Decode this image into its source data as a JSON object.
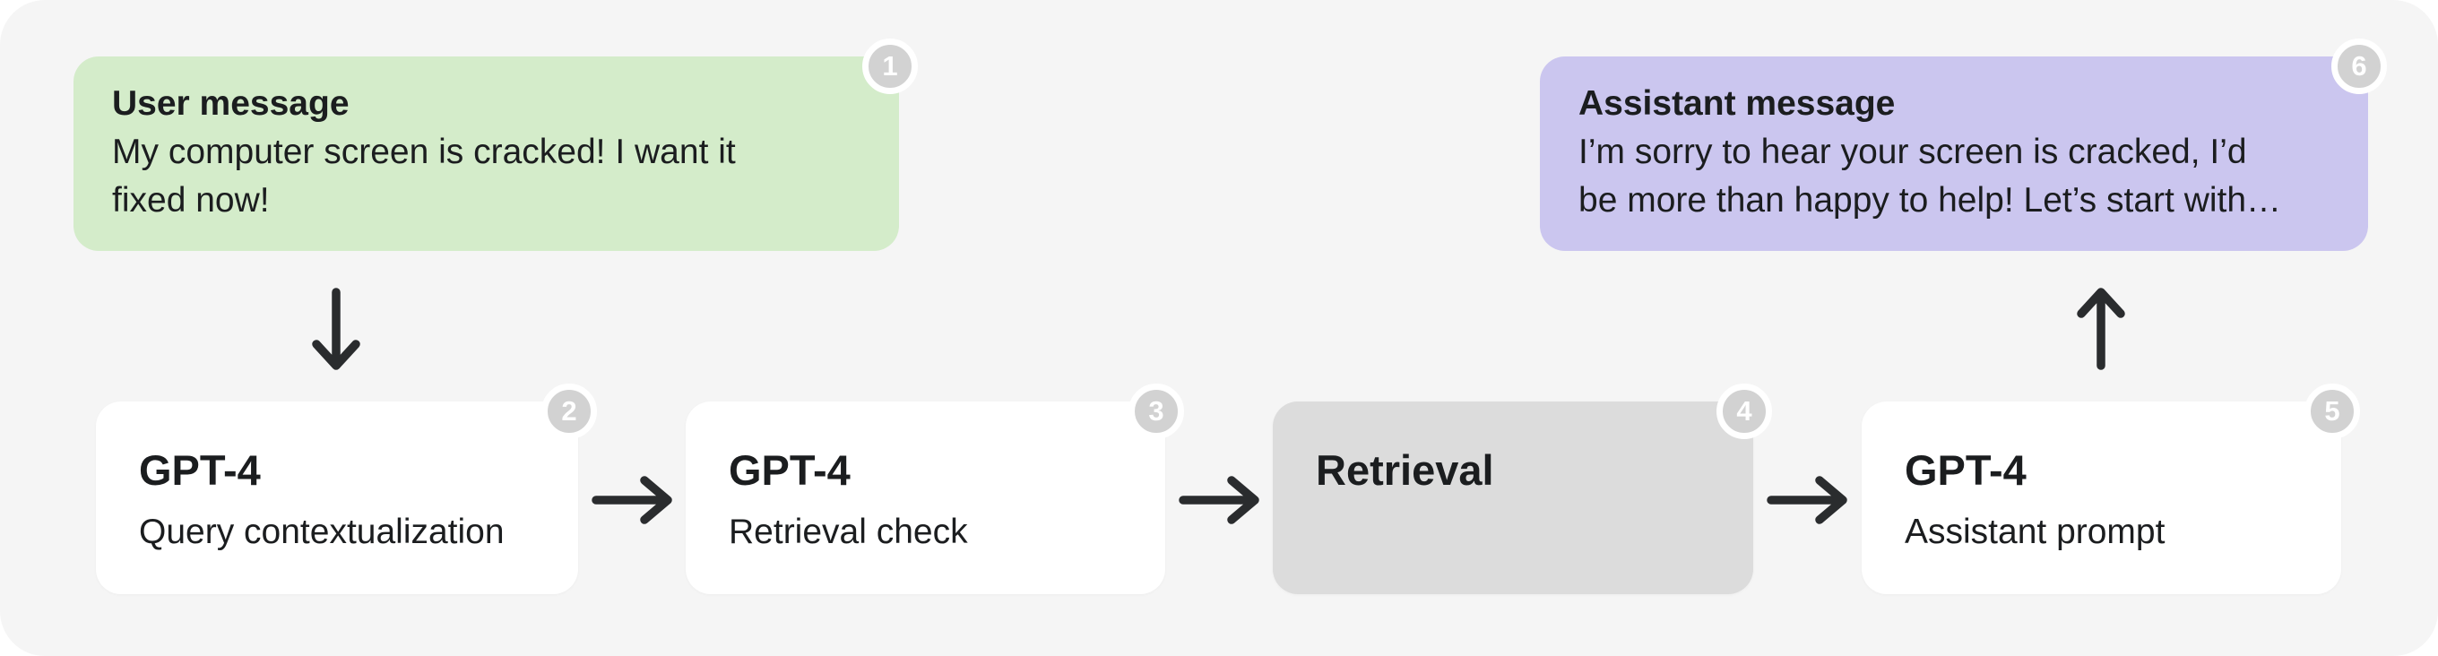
{
  "colors": {
    "canvas_bg": "#f5f5f5",
    "user_bubble_bg": "#d4ecca",
    "assistant_bubble_bg": "#cbc6ef",
    "step_card_bg": "#ffffff",
    "retrieval_card_bg": "#dcdcdc",
    "badge_bg": "#d2d2d2",
    "badge_ring": "#ffffff",
    "badge_text": "#ffffff",
    "text": "#1b1d1f",
    "arrow": "#2a2c2e"
  },
  "icons": {
    "down": "arrow-down-icon",
    "up": "arrow-up-icon",
    "right": "arrow-right-icon"
  },
  "messages": {
    "user": {
      "badge": "1",
      "title": "User message",
      "lines": {
        "0": "My computer screen is cracked! I want it",
        "1": "fixed now!"
      }
    },
    "assistant": {
      "badge": "6",
      "title": "Assistant message",
      "lines": {
        "0": "I’m sorry to hear your screen is cracked, I’d",
        "1": "be more than happy to help! Let’s start with…"
      }
    }
  },
  "pipeline": [
    {
      "badge": "2",
      "title": "GPT-4",
      "subtitle": "Query contextualization"
    },
    {
      "badge": "3",
      "title": "GPT-4",
      "subtitle": "Retrieval check"
    },
    {
      "badge": "4",
      "title": "Retrieval",
      "subtitle": ""
    },
    {
      "badge": "5",
      "title": "GPT-4",
      "subtitle": "Assistant prompt"
    }
  ]
}
